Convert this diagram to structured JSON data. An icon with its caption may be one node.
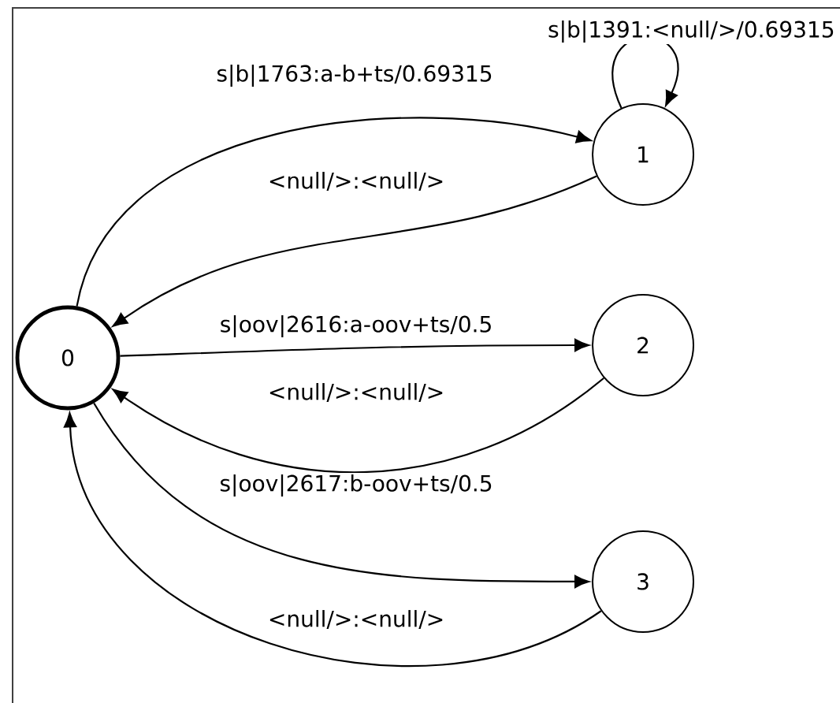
{
  "diagram": {
    "nodes": [
      {
        "text": [
          "0"
        ]
      },
      {
        "text": [
          "1"
        ]
      },
      {
        "text": [
          "2"
        ]
      },
      {
        "text": [
          "3"
        ]
      }
    ],
    "edges": [
      {
        "from": 0,
        "to": 1,
        "arrow": "to",
        "label": "s|b|1763:a-b+ts/0.69315"
      },
      {
        "from": 1,
        "to": 1,
        "arrow": "to",
        "label": "s|b|1391:<null/>/0.69315"
      },
      {
        "from": 1,
        "to": 0,
        "arrow": "to",
        "label": "<null/>:<null/>"
      },
      {
        "from": 0,
        "to": 2,
        "arrow": "to",
        "label": "s|oov|2616:a-oov+ts/0.5"
      },
      {
        "from": 2,
        "to": 0,
        "arrow": "to",
        "label": "<null/>:<null/>"
      },
      {
        "from": 0,
        "to": 3,
        "arrow": "to",
        "label": "s|oov|2617:b-oov+ts/0.5"
      },
      {
        "from": 3,
        "to": 0,
        "arrow": "to",
        "label": "<null/>:<null/>"
      }
    ]
  }
}
